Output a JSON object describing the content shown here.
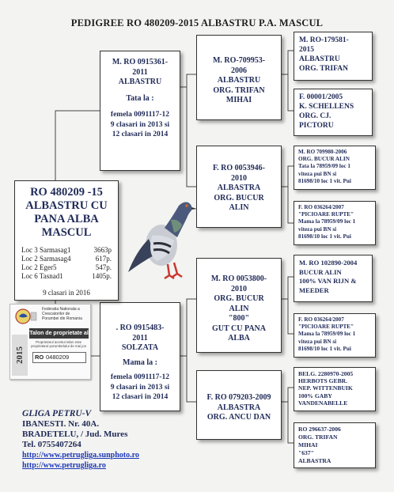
{
  "title": "PEDIGREE  RO 480209-2015 ALBASTRU P.A. MASCUL",
  "subject": {
    "ring": "RO 480209 -15",
    "name_lines": [
      "ALBASTRU CU",
      "PANA ALBA",
      "MASCUL"
    ],
    "results": [
      {
        "place": "Loc 3 Sarmasag1",
        "points": "3663p"
      },
      {
        "place": "Loc 2 Sarmasag4",
        "points": "617p."
      },
      {
        "place": "Loc 2 Eger5",
        "points": "547p."
      },
      {
        "place": "Loc 6 Tasnad1",
        "points": "1405p."
      }
    ],
    "classifications": "9 clasari in 2016"
  },
  "sire": {
    "lines": [
      "M. RO 0915361-",
      "2011",
      "ALBASTRU",
      "",
      "Tata  la :",
      "",
      "femela 0091117-12",
      "9 clasari in 2013 si",
      "12 clasari in 2014"
    ]
  },
  "dam": {
    "lines": [
      ". RO 0915483-",
      "2011",
      "SOLZATA",
      "",
      "Mama la :",
      "",
      "femela 0091117-12",
      "9 clasari in 2013 si",
      "12 clasari in 2014"
    ]
  },
  "gen3": [
    {
      "lines": [
        "M. RO-709953-",
        "2006",
        "ALBASTRU",
        "ORG. TRIFAN",
        "MIHAI"
      ]
    },
    {
      "lines": [
        "F. RO 0053946-",
        "2010",
        "ALBASTRA",
        "ORG. BUCUR",
        "ALIN"
      ]
    },
    {
      "lines": [
        "M. RO 0053800-",
        "2010",
        "ORG. BUCUR",
        "ALIN",
        "\"800\"",
        "GUT CU PANA",
        "ALBA"
      ]
    },
    {
      "lines": [
        "F. RO 079203-2009",
        "ALBASTRA",
        "ORG. ANCU DAN"
      ]
    }
  ],
  "gen4": [
    {
      "lines": [
        "M. RO-179581-",
        "2015",
        "ALBASTRU",
        "ORG. TRIFAN"
      ]
    },
    {
      "lines": [
        "F. 00001/2005",
        "K. SCHELLENS",
        "ORG. CJ.",
        "PICTORU"
      ]
    },
    {
      "lines": [
        "M. RO 709980-2006",
        "ORG. BUCUR ALIN",
        "Tata la 78959/09 loc 1",
        "viteza pui BN si",
        "81698/10 loc 1 vit. Pui"
      ]
    },
    {
      "lines": [
        "F. RO 036264/2007",
        "\"PICIOARE RUPTE\"",
        "Mama la 78959/09 loc 1",
        "viteza pui BN si",
        "81698/10 loc 1 vit. Pui"
      ]
    },
    {
      "lines": [
        "M. RO 102890-2004",
        "BUCUR ALIN",
        "100% VAN RIJN &",
        "MEEDER"
      ]
    },
    {
      "lines": [
        "F. RO 036264/2007",
        "\"PICIOARE RUPTE\"",
        "Mama la 78959/09 loc 1",
        "viteza pui BN si",
        "81698/10 loc 1 vit. Pui"
      ]
    },
    {
      "lines": [
        "BELG. 2280970-2005",
        "HERBOTS GEBR.",
        "NEP. WITTENBUIK",
        "100% GABY",
        "VANDENABELLE"
      ]
    },
    {
      "lines": [
        "RO 296637-2006",
        "ORG. TRIFAN",
        "MIHAI",
        "\"637\"",
        "ALBASTRA"
      ]
    }
  ],
  "breeder": {
    "name": "GLIGA PETRU-V",
    "address1": "IBANESTI. Nr. 40A.",
    "address2": "BRADETELU, / Jud. Mures",
    "phone": "Tel. 0755407264",
    "link1": "http://www.petrugliga.sunphoto.ro",
    "link2": "http://www.petrugliga.ro"
  },
  "stamp": {
    "federation": "Federatia Nationala a Crescatorilor de Porumbei din Romania",
    "band_text": "Talon de proprietate al inelului",
    "sub_text": "Proprietarul acestui talon este proprietarul porumbelului de mai jos",
    "year": "2015",
    "ring_prefix": "RO",
    "ring_number": "0480209"
  },
  "colors": {
    "text": "#1f2a57",
    "link": "#1d38b8",
    "background": "#f3f3f1"
  },
  "icons": [
    "pigeon-photo",
    "federation-logo"
  ]
}
